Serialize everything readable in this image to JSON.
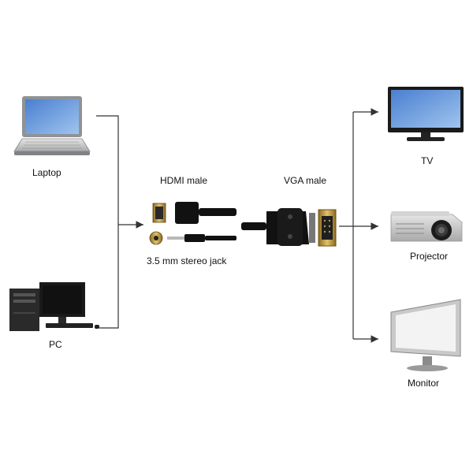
{
  "sources": {
    "laptop": {
      "label": "Laptop",
      "icon": "laptop-icon"
    },
    "pc": {
      "label": "PC",
      "icon": "desktop-pc-icon"
    }
  },
  "cable": {
    "hdmi_label": "HDMI male",
    "vga_label": "VGA male",
    "audio_label": "3.5 mm stereo jack"
  },
  "outputs": {
    "tv": {
      "label": "TV",
      "icon": "tv-icon"
    },
    "projector": {
      "label": "Projector",
      "icon": "projector-icon"
    },
    "monitor": {
      "label": "Monitor",
      "icon": "monitor-icon"
    }
  },
  "colors": {
    "line": "#333333",
    "cable": "#111111",
    "gold": "#c9a14a"
  }
}
